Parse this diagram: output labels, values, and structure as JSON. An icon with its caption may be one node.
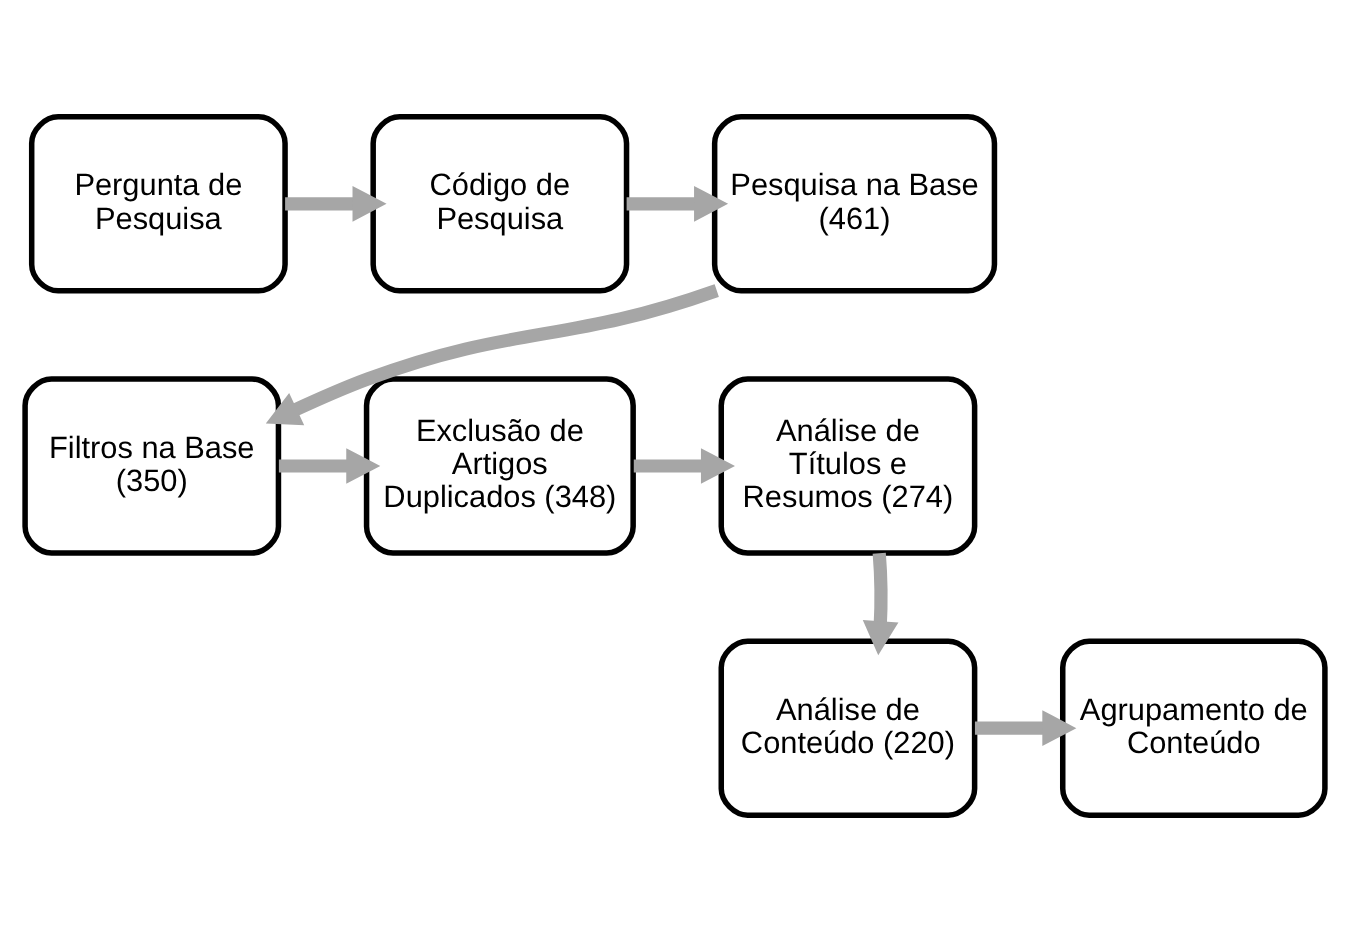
{
  "diagram": {
    "nodes": [
      {
        "text": [
          "Pergunta de Pesquisa"
        ]
      },
      {
        "text": [
          "Código de Pesquisa"
        ]
      },
      {
        "text": [
          "Pesquisa na Base (461)"
        ]
      },
      {
        "text": [
          "Filtros na Base (350)"
        ]
      },
      {
        "text": [
          "Exclusão de Artigos Duplicados (348)"
        ]
      },
      {
        "text": [
          "Análise de Títulos e Resumos (274)"
        ]
      },
      {
        "text": [
          "Análise de Conteúdo (220)"
        ]
      },
      {
        "text": [
          "Agrupamento de Conteúdo"
        ]
      }
    ],
    "edges": [
      {
        "from": 0,
        "to": 1,
        "arrow": "to"
      },
      {
        "from": 1,
        "to": 2,
        "arrow": "to"
      },
      {
        "from": 2,
        "to": 3,
        "arrow": "to"
      },
      {
        "from": 3,
        "to": 4,
        "arrow": "to"
      },
      {
        "from": 4,
        "to": 5,
        "arrow": "to"
      },
      {
        "from": 5,
        "to": 6,
        "arrow": "to"
      },
      {
        "from": 6,
        "to": 7,
        "arrow": "to"
      }
    ]
  }
}
